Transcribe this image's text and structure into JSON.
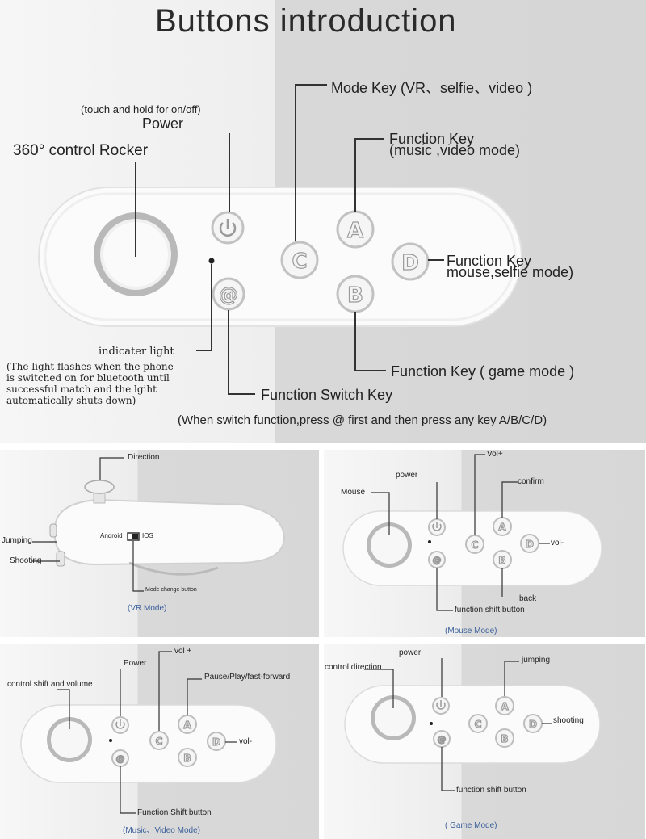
{
  "title": "Buttons introduction",
  "top": {
    "mode_key": "Mode Key (VR、selfie、video )",
    "power_hint": "(touch and hold for on/off)",
    "power": "Power",
    "rocker": "360° control Rocker",
    "function_key_music_1": "Function Key",
    "function_key_music_2": "(music ,video mode)",
    "function_key_mouse_1": "Function Key",
    "function_key_mouse_2": "mouse,selfie mode)",
    "indicator": "indicater light",
    "indicator_note_1": "(The light flashes when the phone",
    "indicator_note_2": "is switched on for bluetooth until",
    "indicator_note_3": "successful match and the lgiht",
    "indicator_note_4": "automatically shuts down)",
    "function_key_game": "Function Key ( game mode )",
    "function_switch": "Function Switch Key",
    "switch_note": "(When switch function,press @ first and then press any key A/B/C/D)"
  },
  "buttons": {
    "a": "A",
    "b": "B",
    "c": "C",
    "d": "D",
    "at": "@"
  },
  "vr": {
    "direction": "Direction",
    "jumping": "Jumping",
    "shooting": "Shooting",
    "android": "Android",
    "ios": "IOS",
    "mode_change": "Mode change button",
    "caption": "(VR Mode)"
  },
  "mouse": {
    "vol_plus": "Vol+",
    "power": "power",
    "confirm": "confirm",
    "mouse": "Mouse",
    "vol_minus": "vol-",
    "back": "back",
    "shift": "function shift button",
    "caption": "(Mouse Mode)"
  },
  "music": {
    "vol_plus": "vol +",
    "power": "Power",
    "pause": "Pause/Play/fast-forward",
    "control": "control shift and volume",
    "vol_minus": "vol-",
    "shift": "Function Shift button",
    "caption": "(Music、Video Mode)"
  },
  "game": {
    "power": "power",
    "jumping": "jumping",
    "control": "control direction",
    "shooting": "shooting",
    "shift": "function shift button",
    "caption": "( Game Mode)"
  },
  "colors": {
    "caption_blue": "#3a5f9a",
    "panel_left": "#f1f1f1",
    "panel_right": "#d5d5d5"
  }
}
